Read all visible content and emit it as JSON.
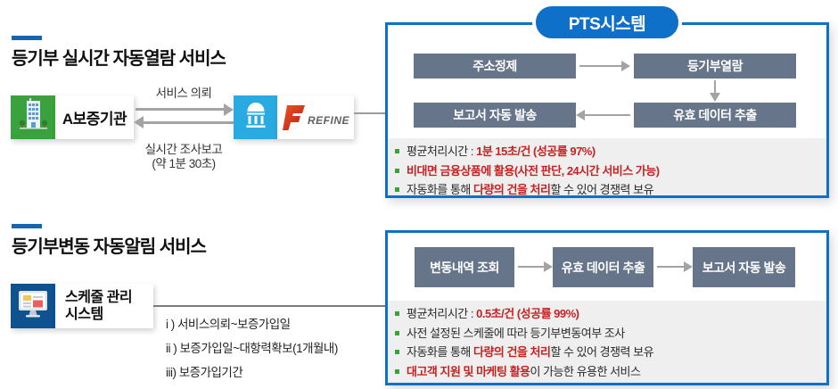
{
  "colors": {
    "accent_blue": "#0e70c8",
    "title_underline_blue": "#1565b0",
    "slate_flow_box": "#66758a",
    "entity_green": "#3aa23d",
    "entity_cyan": "#29abe2",
    "entity_navy": "#0f5290",
    "panel_gray": "#efefef",
    "highlight_red": "#c62222",
    "bullet_green": "#3aa23d",
    "arrow_gray": "#a3a3a3"
  },
  "service1": {
    "title": "등기부 실시간 자동열람 서비스",
    "entity_label": "A보증기관",
    "request_label": "서비스 의뢰",
    "response_label_line1": "실시간 조사보고",
    "response_label_line2": "(약 1분 30초)",
    "refine_logo_text": "REFINE",
    "pts_title": "PTS시스템",
    "flow": {
      "step1": "주소정제",
      "step2": "등기부열람",
      "step3": "유효 데이터 추출",
      "step4": "보고서 자동 발송"
    },
    "bullets": [
      {
        "pre": "평균처리시간 : ",
        "red": "1분 15초/건 (성공률 97%)"
      },
      {
        "red": "비대면 금융상품에 활용(사전 판단, 24시간 서비스 가능)"
      },
      {
        "pre": "자동화를 통해 ",
        "red": "다량의 건을 처리",
        "post": "할 수 있어 경쟁력 보유"
      }
    ]
  },
  "service2": {
    "title": "등기부변동 자동알림 서비스",
    "entity_label_line1": "스케줄 관리",
    "entity_label_line2": "시스템",
    "schedule_items": [
      "i ) 서비스의뢰~보증가입일",
      "ii ) 보증가입일~대항력확보(1개월내)",
      "iii) 보증가입기간"
    ],
    "flow": {
      "step1": "변동내역 조회",
      "step2": "유효 데이터 추출",
      "step3": "보고서 자동 발송"
    },
    "bullets": [
      {
        "pre": "평균처리시간 : ",
        "red": "0.5초/건 (성공률 99%)"
      },
      {
        "pre": "사전 설정된 스케줄에 따라 등기부변동여부 조사"
      },
      {
        "pre": "자동화를 통해 ",
        "red": "다량의 건을 처리",
        "post": "할 수 있어 경쟁력 보유"
      },
      {
        "red": "대고객 지원 및 마케팅 활용",
        "post": "이 가능한 유용한 서비스"
      }
    ]
  }
}
